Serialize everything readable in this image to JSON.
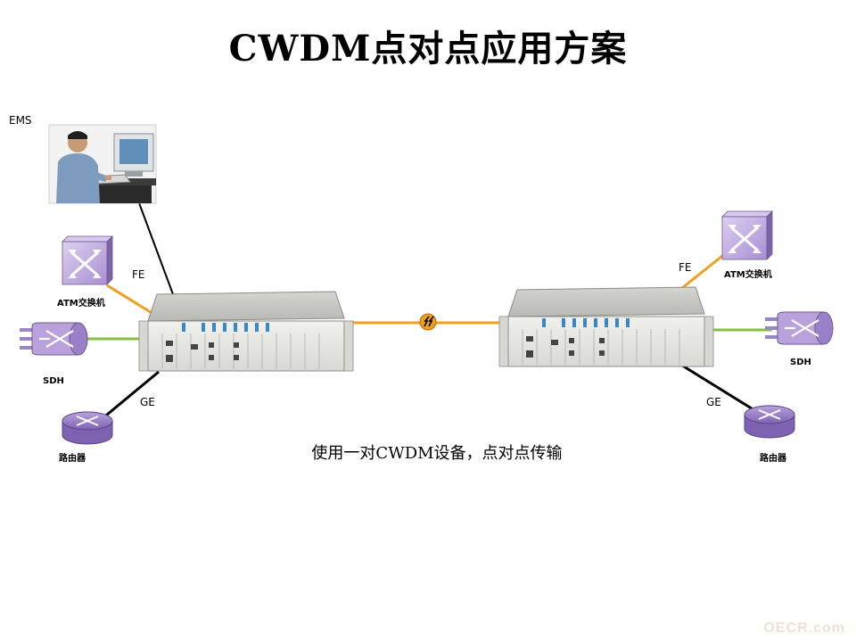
{
  "title": "CWDM点对点应用方案",
  "caption": "使用一对CWDM设备，点对点传输",
  "watermark": "OECR.com",
  "left": {
    "ems_label": "EMS",
    "atm_label": "ATM交换机",
    "sdh_label": "SDH",
    "router_label": "路由器",
    "fe_label": "FE",
    "ge_label": "GE"
  },
  "right": {
    "atm_label": "ATM交换机",
    "sdh_label": "SDH",
    "router_label": "路由器",
    "fe_label": "FE",
    "ge_label": "GE"
  },
  "colors": {
    "fe_link": "#f0a020",
    "sdh_link": "#88c040",
    "ge_link": "#000000",
    "fiber_link": "#f0a020",
    "switch_fill": "#b9a2dc",
    "router_fill": "#9a80c8"
  },
  "icons": [
    "ems-operator-photo",
    "atm-switch-icon",
    "sdh-icon",
    "router-icon",
    "cwdm-chassis",
    "fiber-break-icon"
  ]
}
